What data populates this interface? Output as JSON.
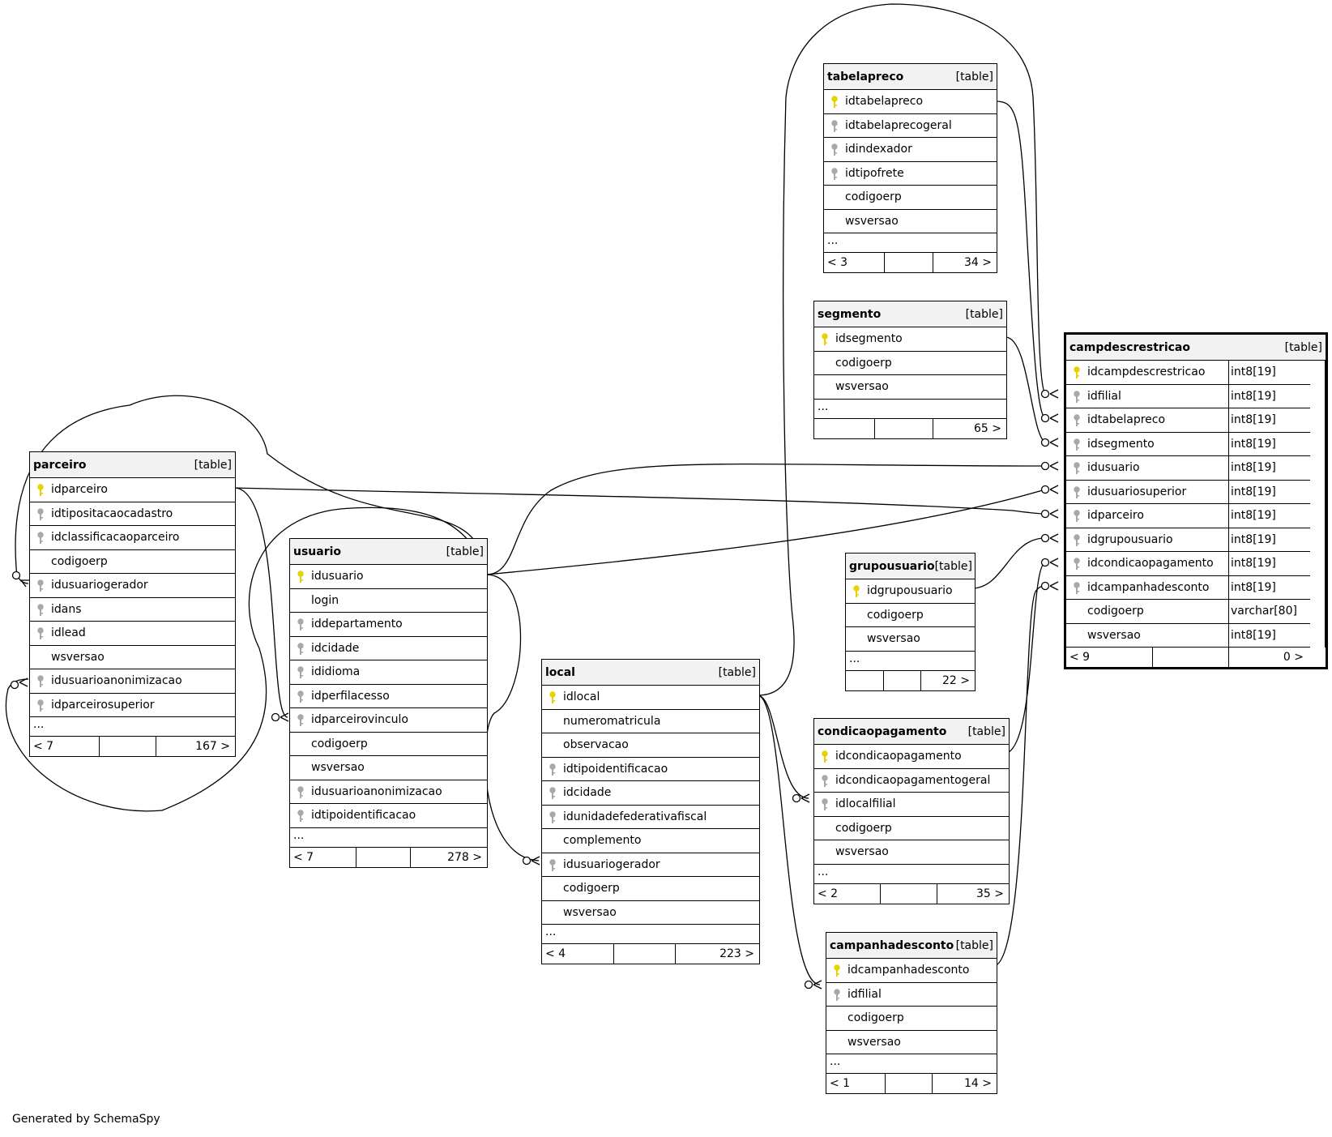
{
  "footer": "Generated by SchemaSpy",
  "tables": {
    "tabelapreco": {
      "name": "tabelapreco",
      "type": "[table]",
      "columns": [
        {
          "name": "idtabelapreco",
          "key": "primary"
        },
        {
          "name": "idtabelaprecogeral",
          "key": "foreign"
        },
        {
          "name": "idindexador",
          "key": "foreign"
        },
        {
          "name": "idtipofrete",
          "key": "foreign"
        },
        {
          "name": "codigoerp",
          "key": "none"
        },
        {
          "name": "wsversao",
          "key": "none"
        }
      ],
      "more": "...",
      "parents": "< 3",
      "children": "34 >"
    },
    "segmento": {
      "name": "segmento",
      "type": "[table]",
      "columns": [
        {
          "name": "idsegmento",
          "key": "primary"
        },
        {
          "name": "codigoerp",
          "key": "none"
        },
        {
          "name": "wsversao",
          "key": "none"
        }
      ],
      "more": "...",
      "parents": "",
      "children": "65 >"
    },
    "campdescrestricao": {
      "name": "campdescrestricao",
      "type": "[table]",
      "columns": [
        {
          "name": "idcampdescrestricao",
          "key": "primary",
          "type": "int8[19]"
        },
        {
          "name": "idfilial",
          "key": "foreign",
          "type": "int8[19]"
        },
        {
          "name": "idtabelapreco",
          "key": "foreign",
          "type": "int8[19]"
        },
        {
          "name": "idsegmento",
          "key": "foreign",
          "type": "int8[19]"
        },
        {
          "name": "idusuario",
          "key": "foreign",
          "type": "int8[19]"
        },
        {
          "name": "idusuariosuperior",
          "key": "foreign",
          "type": "int8[19]"
        },
        {
          "name": "idparceiro",
          "key": "foreign",
          "type": "int8[19]"
        },
        {
          "name": "idgrupousuario",
          "key": "foreign",
          "type": "int8[19]"
        },
        {
          "name": "idcondicaopagamento",
          "key": "foreign",
          "type": "int8[19]"
        },
        {
          "name": "idcampanhadesconto",
          "key": "foreign",
          "type": "int8[19]"
        },
        {
          "name": "codigoerp",
          "key": "none",
          "type": "varchar[80]"
        },
        {
          "name": "wsversao",
          "key": "none",
          "type": "int8[19]"
        }
      ],
      "parents": "< 9",
      "children": "0 >"
    },
    "parceiro": {
      "name": "parceiro",
      "type": "[table]",
      "columns": [
        {
          "name": "idparceiro",
          "key": "primary"
        },
        {
          "name": "idtipositacaocadastro",
          "key": "foreign"
        },
        {
          "name": "idclassificacaoparceiro",
          "key": "foreign"
        },
        {
          "name": "codigoerp",
          "key": "none"
        },
        {
          "name": "idusuariogerador",
          "key": "foreign"
        },
        {
          "name": "idans",
          "key": "foreign"
        },
        {
          "name": "idlead",
          "key": "foreign"
        },
        {
          "name": "wsversao",
          "key": "none"
        },
        {
          "name": "idusuarioanonimizacao",
          "key": "foreign"
        },
        {
          "name": "idparceirosuperior",
          "key": "foreign"
        }
      ],
      "more": "...",
      "parents": "< 7",
      "children": "167 >"
    },
    "usuario": {
      "name": "usuario",
      "type": "[table]",
      "columns": [
        {
          "name": "idusuario",
          "key": "primary"
        },
        {
          "name": "login",
          "key": "none"
        },
        {
          "name": "iddepartamento",
          "key": "foreign"
        },
        {
          "name": "idcidade",
          "key": "foreign"
        },
        {
          "name": "ididioma",
          "key": "foreign"
        },
        {
          "name": "idperfilacesso",
          "key": "foreign"
        },
        {
          "name": "idparceirovinculo",
          "key": "foreign"
        },
        {
          "name": "codigoerp",
          "key": "none"
        },
        {
          "name": "wsversao",
          "key": "none"
        },
        {
          "name": "idusuarioanonimizacao",
          "key": "foreign"
        },
        {
          "name": "idtipoidentificacao",
          "key": "foreign"
        }
      ],
      "more": "...",
      "parents": "< 7",
      "children": "278 >"
    },
    "grupousuario": {
      "name": "grupousuario",
      "type": "[table]",
      "columns": [
        {
          "name": "idgrupousuario",
          "key": "primary"
        },
        {
          "name": "codigoerp",
          "key": "none"
        },
        {
          "name": "wsversao",
          "key": "none"
        }
      ],
      "more": "...",
      "parents": "",
      "children": "22 >"
    },
    "local": {
      "name": "local",
      "type": "[table]",
      "columns": [
        {
          "name": "idlocal",
          "key": "primary"
        },
        {
          "name": "numeromatricula",
          "key": "none"
        },
        {
          "name": "observacao",
          "key": "none"
        },
        {
          "name": "idtipoidentificacao",
          "key": "foreign"
        },
        {
          "name": "idcidade",
          "key": "foreign"
        },
        {
          "name": "idunidadefederativafiscal",
          "key": "foreign"
        },
        {
          "name": "complemento",
          "key": "none"
        },
        {
          "name": "idusuariogerador",
          "key": "foreign"
        },
        {
          "name": "codigoerp",
          "key": "none"
        },
        {
          "name": "wsversao",
          "key": "none"
        }
      ],
      "more": "...",
      "parents": "< 4",
      "children": "223 >"
    },
    "condicaopagamento": {
      "name": "condicaopagamento",
      "type": "[table]",
      "columns": [
        {
          "name": "idcondicaopagamento",
          "key": "primary"
        },
        {
          "name": "idcondicaopagamentogeral",
          "key": "foreign"
        },
        {
          "name": "idlocalfilial",
          "key": "foreign"
        },
        {
          "name": "codigoerp",
          "key": "none"
        },
        {
          "name": "wsversao",
          "key": "none"
        }
      ],
      "more": "...",
      "parents": "< 2",
      "children": "35 >"
    },
    "campanhadesconto": {
      "name": "campanhadesconto",
      "type": "[table]",
      "columns": [
        {
          "name": "idcampanhadesconto",
          "key": "primary"
        },
        {
          "name": "idfilial",
          "key": "foreign"
        },
        {
          "name": "codigoerp",
          "key": "none"
        },
        {
          "name": "wsversao",
          "key": "none"
        }
      ],
      "more": "...",
      "parents": "< 1",
      "children": "14 >"
    }
  },
  "colors": {
    "primary_key": "#e6d200",
    "foreign_key": "#a8a8a8",
    "header_bg": "#f2f2f2",
    "line": "#000000"
  }
}
